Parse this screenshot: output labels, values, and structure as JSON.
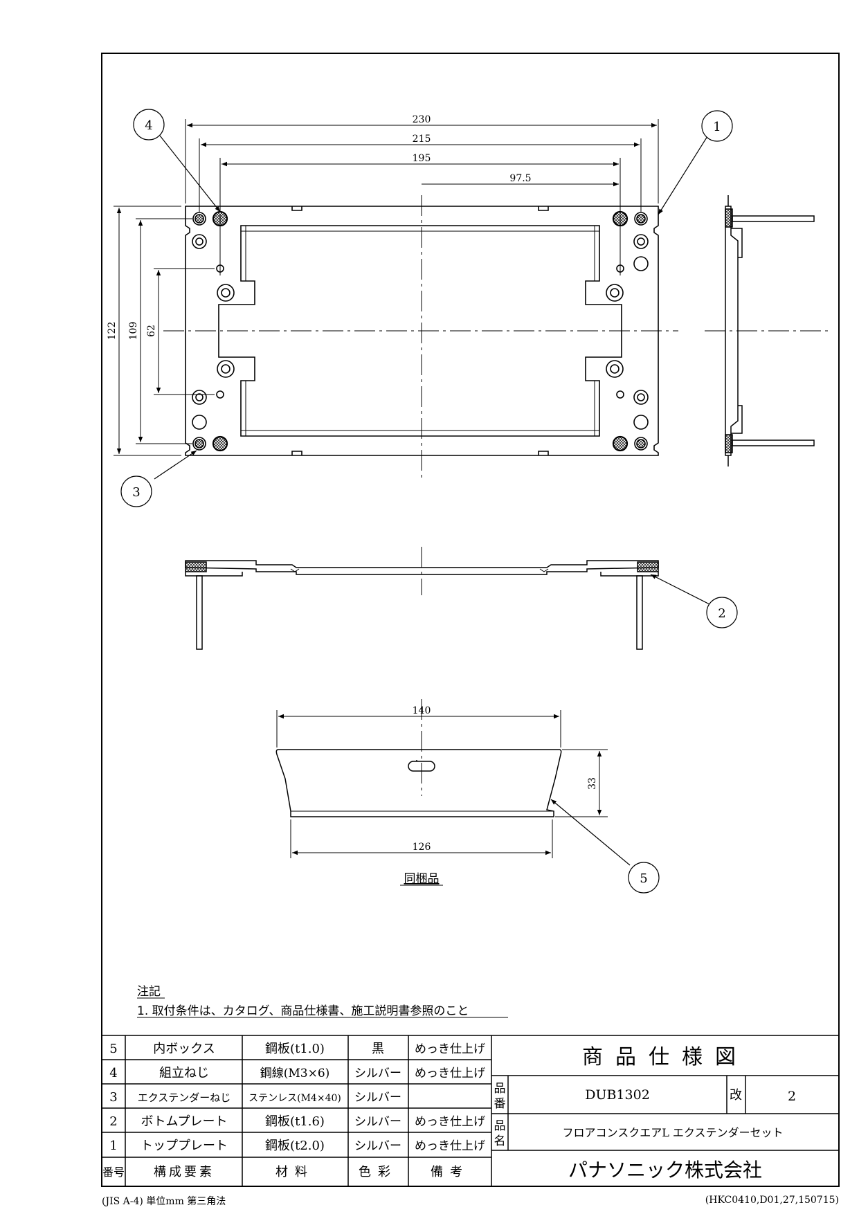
{
  "dimensions": {
    "d230": "230",
    "d215": "215",
    "d195": "195",
    "d975": "97.5",
    "d122": "122",
    "d109": "109",
    "d62": "62",
    "d140": "140",
    "d126": "126",
    "d33": "33"
  },
  "callouts": [
    "1",
    "2",
    "3",
    "4",
    "5"
  ],
  "caption": "同梱品",
  "notes": {
    "heading": "注記",
    "line1": "1. 取付条件は、カタログ、商品仕様書、施工説明書参照のこと"
  },
  "parts_table": {
    "rows": [
      {
        "no": "5",
        "name": "内ボックス",
        "material": "鋼板(t1.0)",
        "color": "黒",
        "remarks": "めっき仕上げ"
      },
      {
        "no": "4",
        "name": "組立ねじ",
        "material": "鋼線(M3×6)",
        "color": "シルバー",
        "remarks": "めっき仕上げ"
      },
      {
        "no": "3",
        "name": "エクステンダーねじ",
        "material": "ステンレス(M4×40)",
        "color": "シルバー",
        "remarks": ""
      },
      {
        "no": "2",
        "name": "ボトムプレート",
        "material": "鋼板(t1.6)",
        "color": "シルバー",
        "remarks": "めっき仕上げ"
      },
      {
        "no": "1",
        "name": "トッププレート",
        "material": "鋼板(t2.0)",
        "color": "シルバー",
        "remarks": "めっき仕上げ"
      }
    ],
    "header": {
      "no": "番号",
      "name": "構成要素",
      "material": "材料",
      "color": "色彩",
      "remarks": "備考"
    }
  },
  "title_block": {
    "title": "商品仕様図",
    "part_no_label_1": "品",
    "part_no_label_2": "番",
    "part_no": "DUB1302",
    "rev_label": "改",
    "rev": "2",
    "name_label_1": "品",
    "name_label_2": "名",
    "product_name": "フロアコンスクエアL エクステンダーセット",
    "company": "パナソニック株式会社"
  },
  "footer": {
    "left": "(JIS A-4) 単位mm 第三角法",
    "right": "(HKC0410,D01,27,150715)"
  }
}
